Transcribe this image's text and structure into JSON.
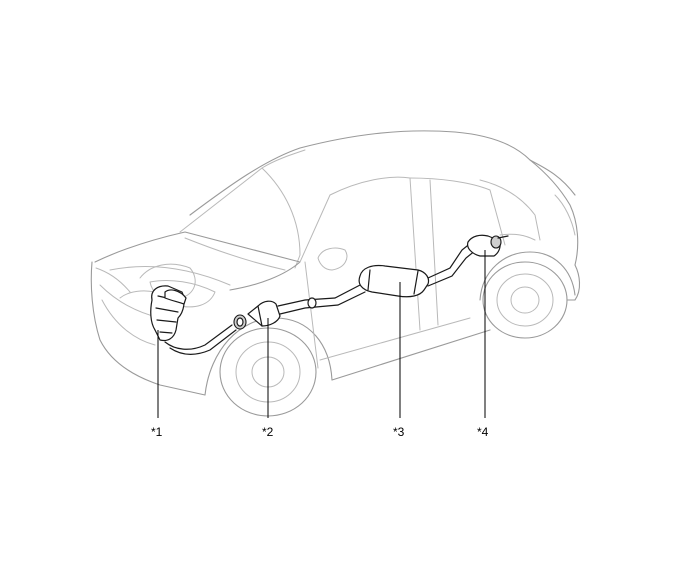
{
  "diagram": {
    "callouts": [
      {
        "id": "1",
        "label": "*1"
      },
      {
        "id": "2",
        "label": "*2"
      },
      {
        "id": "3",
        "label": "*3"
      },
      {
        "id": "4",
        "label": "*4"
      }
    ]
  }
}
